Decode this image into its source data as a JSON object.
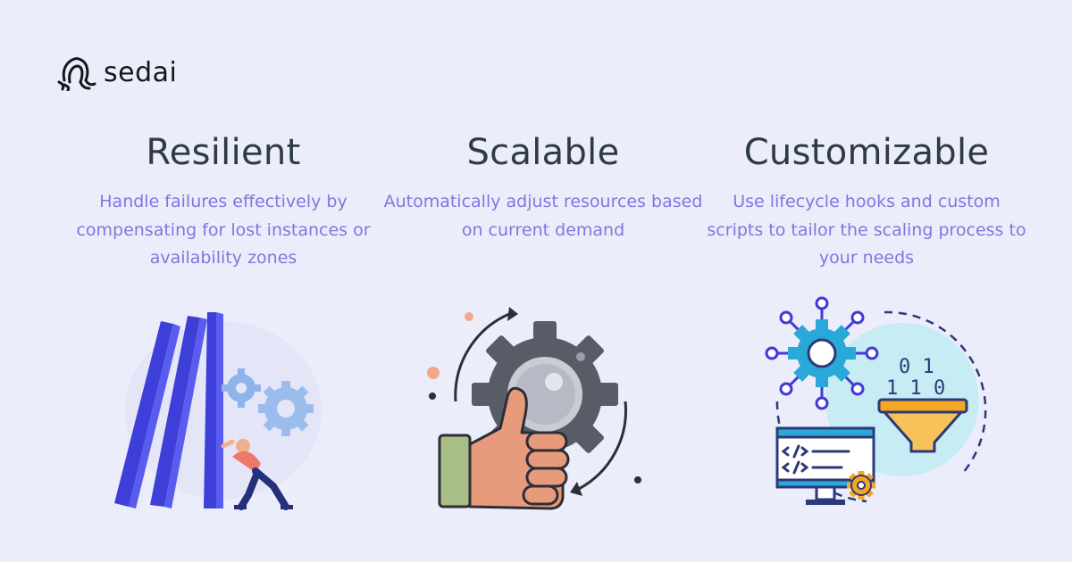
{
  "brand": {
    "name": "sedai",
    "icon": "sedai-logo-icon"
  },
  "features": [
    {
      "title": "Resilient",
      "description": "Handle failures effectively by compensating for lost instances or availability zones",
      "illustration": "falling-dominoes-gears-illustration"
    },
    {
      "title": "Scalable",
      "description": "Automatically adjust resources based on current demand",
      "illustration": "thumbs-up-gear-illustration"
    },
    {
      "title": "Customizable",
      "description": "Use lifecycle hooks and custom scripts to tailor the scaling process to your needs",
      "illustration": "code-monitor-filter-illustration"
    }
  ],
  "illustration_text": {
    "binary_top": "0 1",
    "binary_bottom": "1 1 0"
  },
  "colors": {
    "background": "#ecedfa",
    "title": "#2e3a47",
    "description": "#7d78de",
    "accent_blue": "#4b4fe6",
    "accent_cyan": "#2aa8d8",
    "gear_gray": "#555a63",
    "orange": "#f0a04a"
  }
}
